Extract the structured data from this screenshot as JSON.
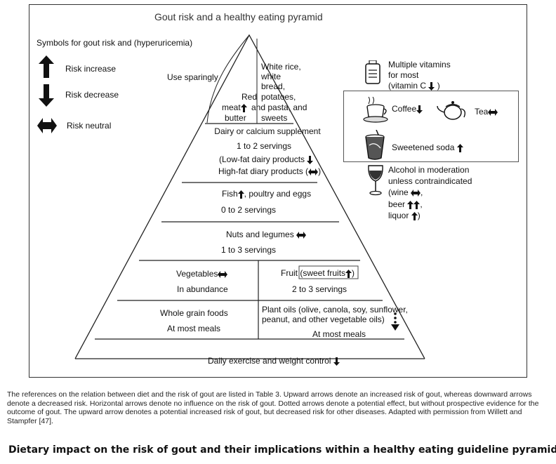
{
  "title": "Gout risk and a healthy eating pyramid",
  "legend": {
    "heading": "Symbols for gout risk and (hyperuricemia)",
    "items": [
      {
        "icon": "arrow-up-icon",
        "label": "Risk increase"
      },
      {
        "icon": "arrow-down-icon",
        "label": "Risk decrease"
      },
      {
        "icon": "double-arrow-icon",
        "label": "Risk neutral"
      }
    ]
  },
  "pyramid": {
    "top": {
      "use_sparingly": "Use sparingly",
      "left_lines": [
        "Red",
        "meat",
        "butter"
      ],
      "right_lines": [
        "White rice,",
        "white",
        "bread,",
        "potatoes,",
        "and pasta, and",
        "sweets"
      ]
    },
    "dairy": {
      "line1": "Dairy or calcium supplement",
      "line2": "1 to 2 servings",
      "line3": "(Low-fat dairy products",
      "line4": "High-fat diary products (",
      "line4_end": ")"
    },
    "fish": {
      "line1": "Fish",
      "line1_rest": ", poultry and eggs",
      "line2": "0 to 2 servings"
    },
    "nuts": {
      "line1": "Nuts and legumes",
      "line2": "1 to 3 servings"
    },
    "vegetables": {
      "line1": "Vegetables",
      "line2": "In abundance"
    },
    "fruit": {
      "line1": "Fruit",
      "line1_box": "(sweet fruits",
      "line1_end": ")",
      "line2": "2 to 3 servings"
    },
    "grains": {
      "line1": "Whole grain foods",
      "line2": "At most meals"
    },
    "oils": {
      "line1": "Plant oils (olive, canola, soy, sunflower,",
      "line2": "peanut, and other vegetable oils)",
      "line3": "At most meals"
    },
    "base": {
      "label": "Daily exercise and weight control"
    }
  },
  "right_panel": {
    "vitamins": {
      "icon": "vitamin-bottle-icon",
      "line1": "Multiple vitamins",
      "line2": "for most",
      "line3": "(vitamin C",
      "line3_end": ")"
    },
    "coffee": {
      "icon": "coffee-cup-icon",
      "label": "Coffee"
    },
    "tea": {
      "icon": "teapot-icon",
      "label": "Tea"
    },
    "soda": {
      "icon": "soda-cup-icon",
      "label": "Sweetened soda"
    },
    "alcohol": {
      "icon": "wine-glass-icon",
      "lines": [
        "Alcohol in moderation",
        "unless contraindicated",
        "(wine",
        "beer",
        "liquor"
      ]
    }
  },
  "caption": "The references on the relation between diet and the risk of gout are listed in Table 3. Upward arrows denote an increased risk of gout, whereas downward arrows denote a decreased risk. Horizontal arrows denote no influence on the risk of gout. Dotted arrows denote a potential effect, but without prospective evidence for the outcome of gout. The upward arrow denotes a potential increased risk of gout, but decreased risk for other diseases. Adapted with permission from Willett and Stampfer [47].",
  "footer_title": "Dietary impact on the risk of gout and their implications within a healthy eating guideline pyramid"
}
